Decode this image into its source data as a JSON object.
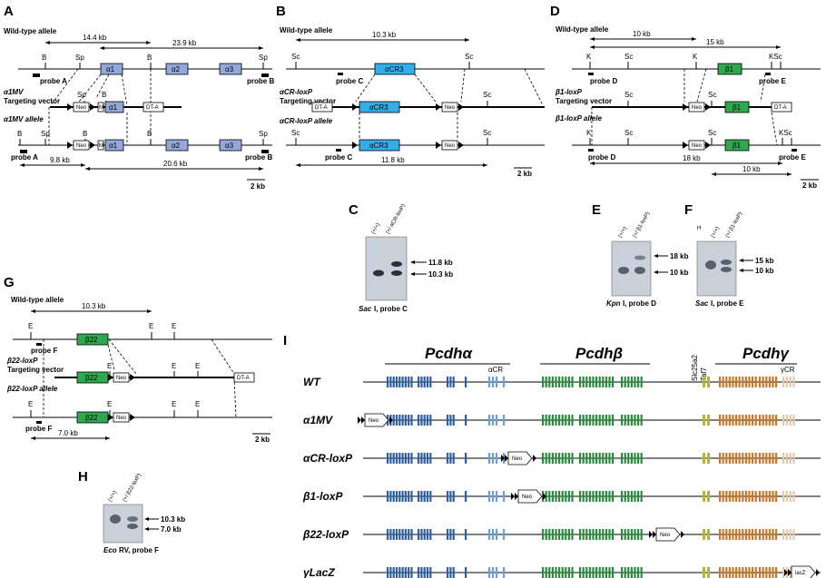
{
  "panels": {
    "A": {
      "label": "A",
      "wt_title": "Wild-type allele",
      "dist_14": "14.4 kb",
      "dist_23": "23.9 kb",
      "site_B": "B",
      "site_Sp": "Sp",
      "site_M": "M",
      "exon_a1": "α1",
      "exon_a2": "α2",
      "exon_a3": "α3",
      "probe_A": "probe A",
      "probe_B": "probe B",
      "tv_title1": "α1MV",
      "tv_title2": "Targeting vector",
      "allele_title": "α1MV allele",
      "neo": "Neo",
      "dta": "DT-A",
      "dist_9": "9.8 kb",
      "dist_20": "20.6 kb",
      "scale": "2 kb"
    },
    "B": {
      "label": "B",
      "wt_title": "Wild-type allele",
      "dist_10": "10.3 kb",
      "site_Sc": "Sc",
      "exon": "αCR3",
      "probe_C": "probe C",
      "tv_title1": "αCR-loxP",
      "tv_title2": "Targeting vector",
      "allele_title": "αCR-loxP  allele",
      "neo": "Neo",
      "dta": "DT-A",
      "dist_11": "11.8 kb",
      "scale": "2 kb"
    },
    "C": {
      "label": "C",
      "lane1": "(+/+)",
      "lane2": "(+/ αCR-loxP)",
      "band1": "11.8 kb",
      "band2": "10.3 kb",
      "caption_enzyme": "Sac",
      "caption_rest": " I, probe C"
    },
    "D": {
      "label": "D",
      "wt_title": "Wild-type allele",
      "dist_10": "10 kb",
      "dist_15": "15 kb",
      "site_K": "K",
      "site_Sc": "Sc",
      "site_KSc": "KSc",
      "exon": "β1",
      "probe_D": "probe D",
      "probe_E": "probe E",
      "tv_title1": "β1-loxP",
      "tv_title2": "Targeting vector",
      "allele_title": "β1-loxP allele",
      "neo": "Neo",
      "dta": "DT-A",
      "dist_18": "18 kb",
      "dist_10b": "10 kb",
      "scale": "2 kb"
    },
    "E": {
      "label": "E",
      "lane1": "(+/+)",
      "lane2": "(+/ β1-loxP)",
      "band1": "18 kb",
      "band2": "10 kb",
      "caption_enzyme": "Kpn",
      "caption_rest": " I, probe D"
    },
    "F": {
      "label": "F",
      "marker": "H",
      "lane1": "(+/+)",
      "lane2": "(+/ β1-loxP)",
      "band1": "15 kb",
      "band2": "10 kb",
      "caption_enzyme": "Sac",
      "caption_rest": " I, probe E"
    },
    "G": {
      "label": "G",
      "wt_title": "Wild-type allele",
      "dist_10": "10.3 kb",
      "site_E": "E",
      "exon": "β22",
      "probe_F": "probe F",
      "tv_title1": "β22-loxP",
      "tv_title2": "Targeting vector",
      "allele_title": "β22-loxP allele",
      "neo": "Neo",
      "dta": "DT-A",
      "dist_7": "7.0 kb",
      "scale": "2 kb"
    },
    "H": {
      "label": "H",
      "lane1": "(+/+)",
      "lane2": "(+/ β22-loxP)",
      "band1": "10.3 kb",
      "band2": "7.0 kb",
      "caption_enzyme": "Eco",
      "caption_rest": " RV, probe F"
    },
    "I": {
      "label": "I",
      "gene_a": "Pcdhα",
      "gene_b": "Pcdhβ",
      "gene_g": "Pcdhγ",
      "acr": "αCR",
      "gcr": "γCR",
      "slc": "Slc25a2",
      "taf": "Taf7",
      "neo": "Neo",
      "lacz": "lacZ",
      "rows": [
        "WT",
        "α1MV",
        "αCR-loxP",
        "β1-loxP",
        "β22-loxP",
        "γLacZ"
      ]
    }
  },
  "colors": {
    "alpha_exon": "#2e5fa0",
    "alpha_const": "#6f9fd6",
    "beta_exon": "#2b8a3e",
    "gamma_var": "#c9792b",
    "gamma_const": "#e5c9a6",
    "slc": "#b8b33b",
    "panelA_exon": "#93a8d8",
    "panelB_exon": "#33aee8",
    "panelD_exon": "#2fa84f"
  }
}
